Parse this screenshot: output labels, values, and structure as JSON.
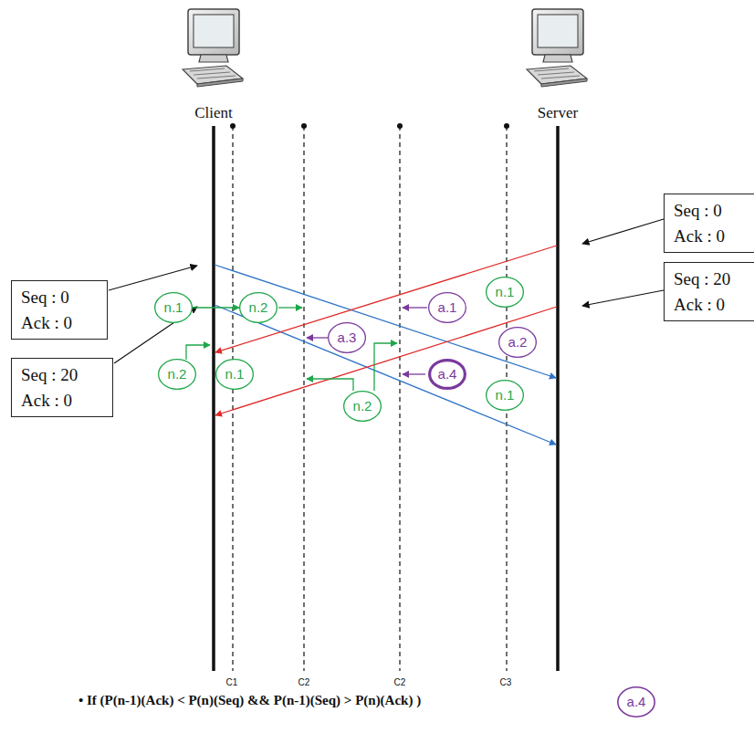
{
  "diagram": {
    "nodes": [
      {
        "text": [
          "Seq : 0",
          "Ack : 0"
        ]
      },
      {
        "text": [
          "Seq : 20",
          "Ack : 0"
        ]
      },
      {
        "text": [
          "n.1"
        ]
      },
      {
        "text": [
          "Seq : 0",
          "Ack : 0"
        ]
      },
      {
        "text": [
          "n.1"
        ]
      },
      {
        "text": [
          "n.2"
        ]
      },
      {
        "text": [
          "a.1"
        ]
      },
      {
        "text": [
          "a.3"
        ]
      },
      {
        "text": [
          "a.2"
        ]
      },
      {
        "text": [
          "Seq : 20",
          "Ack : 0"
        ]
      },
      {
        "text": [
          "n.2"
        ]
      },
      {
        "text": [
          "n.1"
        ]
      },
      {
        "text": [
          "a.4"
        ]
      },
      {
        "text": [
          "n.1"
        ]
      },
      {
        "text": [
          "n.2"
        ]
      },
      {
        "text": [
          "a.4"
        ]
      }
    ],
    "edges": [
      {
        "from": 4,
        "to": 5,
        "arrow": "to"
      }
    ],
    "labels": [
      "Client",
      "Server",
      "C1",
      "C2",
      "C2",
      "C3",
      "• If (P(n-1)(Ack) < P(n)(Seq) && P(n-1)(Seq) > P(n)(Ack) )"
    ]
  }
}
